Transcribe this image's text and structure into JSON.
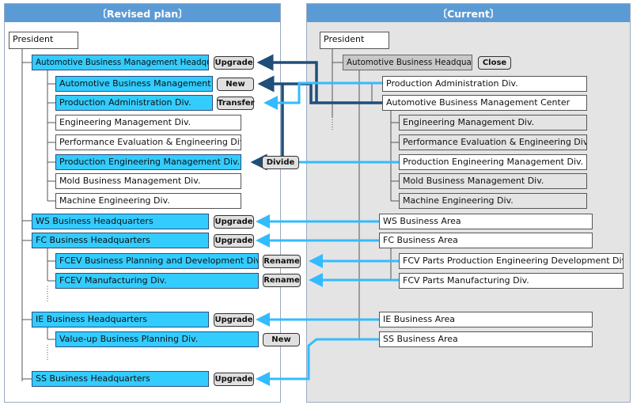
{
  "colors": {
    "accent": "#5b9bd5",
    "highlight": "#33ccff",
    "arrow_light": "#33bbff",
    "arrow_dark": "#1f4e79",
    "closed": "#c8c8c8",
    "current_bg": "#e4e4e4"
  },
  "revised": {
    "title": "〔Revised plan〕",
    "president": "President",
    "items": [
      {
        "label": "Automotive Business Management Headquarters",
        "tag": "Upgrade"
      },
      {
        "label": "Automotive Business Management Div.",
        "tag": "New"
      },
      {
        "label": "Production Administration Div.",
        "tag": "Transfer"
      },
      {
        "label": "Engineering Management Div.",
        "tag": ""
      },
      {
        "label": "Performance Evaluation & Engineering Div.",
        "tag": ""
      },
      {
        "label": "Production Engineering Management Div.",
        "tag": "Divide"
      },
      {
        "label": "Mold Business Management Div.",
        "tag": ""
      },
      {
        "label": "Machine Engineering Div.",
        "tag": ""
      },
      {
        "label": "WS Business Headquarters",
        "tag": "Upgrade"
      },
      {
        "label": "FC Business Headquarters",
        "tag": "Upgrade"
      },
      {
        "label": "FCEV Business Planning and Development Div.",
        "tag": "Rename"
      },
      {
        "label": "FCEV Manufacturing Div.",
        "tag": "Rename"
      },
      {
        "label": "IE Business Headquarters",
        "tag": "Upgrade"
      },
      {
        "label": "Value-up Business Planning Div.",
        "tag": "New"
      },
      {
        "label": "SS Business Headquarters",
        "tag": "Upgrade"
      }
    ]
  },
  "current": {
    "title": "〔Current〕",
    "president": "President",
    "items": [
      {
        "label": "Automotive Business Headquarters",
        "tag": "Close"
      },
      {
        "label": "Production Administration Div.",
        "tag": ""
      },
      {
        "label": "Automotive Business Management Center",
        "tag": ""
      },
      {
        "label": "Engineering Management Div.",
        "tag": ""
      },
      {
        "label": "Performance Evaluation & Engineering Div.",
        "tag": ""
      },
      {
        "label": "Production Engineering Management Div.",
        "tag": ""
      },
      {
        "label": "Mold Business Management Div.",
        "tag": ""
      },
      {
        "label": "Machine Engineering Div.",
        "tag": ""
      },
      {
        "label": "WS Business Area",
        "tag": ""
      },
      {
        "label": "FC Business Area",
        "tag": ""
      },
      {
        "label": "FCV Parts Production Engineering Development Div.",
        "tag": ""
      },
      {
        "label": "FCV Parts Manufacturing Div.",
        "tag": ""
      },
      {
        "label": "IE Business Area",
        "tag": ""
      },
      {
        "label": "SS Business Area",
        "tag": ""
      }
    ]
  }
}
